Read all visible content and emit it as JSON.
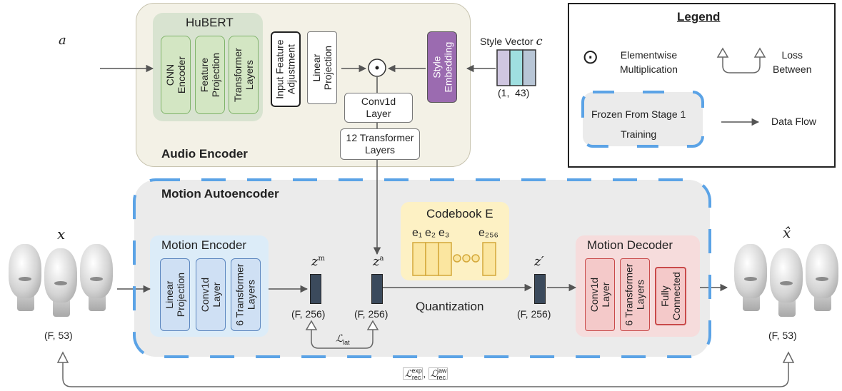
{
  "audio_encoder": {
    "title": "Audio Encoder",
    "hubert": {
      "title": "HuBERT",
      "blocks": [
        "CNN\nEncoder",
        "Feature\nProjection",
        "Transformer\nLayers"
      ]
    },
    "input_adjust": "Input Feature\nAdjustment",
    "linear_projection": "Linear\nProjection",
    "style_embedding": "Style\nEmbedding",
    "conv1d": "Conv1d\nLayer",
    "transformer12": "12 Transformer\nLayers",
    "audio_symbol": "a",
    "style_vector_label": "Style Vector",
    "style_vector_symbol": "c",
    "style_dim": "(1,  43)",
    "elementwise_symbol": "⊙"
  },
  "legend": {
    "title": "Legend",
    "elementwise_symbol": "⊙",
    "elementwise": "Elementwise\nMultiplication",
    "loss": "Loss\nBetween",
    "frozen": "Frozen From Stage 1\nTraining",
    "data_flow": "Data Flow"
  },
  "motion_autoencoder": {
    "title": "Motion Autoencoder",
    "encoder": {
      "title": "Motion Encoder",
      "blocks": [
        "Linear\nProjection",
        "Conv1d\nLayer",
        "6 Transformer\nLayers"
      ]
    },
    "decoder": {
      "title": "Motion Decoder",
      "blocks": [
        "Conv1d\nLayer",
        "6 Transformer\nLayers",
        "Fully\nConnected"
      ]
    },
    "codebook": {
      "title": "Codebook E",
      "entries": [
        "e₁",
        "e₂",
        "e₃",
        "e₂₅₆"
      ]
    },
    "zm": "z",
    "zm_sup": "m",
    "za": "z",
    "za_sup": "a",
    "zprime": "z′",
    "dim256": "(F, 256)",
    "quantization": "Quantization",
    "lat_loss": "ℒ",
    "lat_sub": "lat"
  },
  "input": {
    "symbol": "x",
    "dim": "(F, 53)"
  },
  "output": {
    "symbol": "x̂",
    "dim": "(F, 53)"
  },
  "bottom_loss": {
    "exp": "ℒ",
    "exp_sup": "exp",
    "exp_sub": "rec",
    "sep": ",",
    "jaw": "ℒ",
    "jaw_sup": "jaw",
    "jaw_sub": "rec"
  },
  "colors": {
    "green": "#d3e6c3",
    "blue": "#cfe0f4",
    "red": "#f4c9c9",
    "purple": "#9b6bb0",
    "frozen_dash": "#5ba3e6",
    "codebook": "#fdf1c4"
  }
}
